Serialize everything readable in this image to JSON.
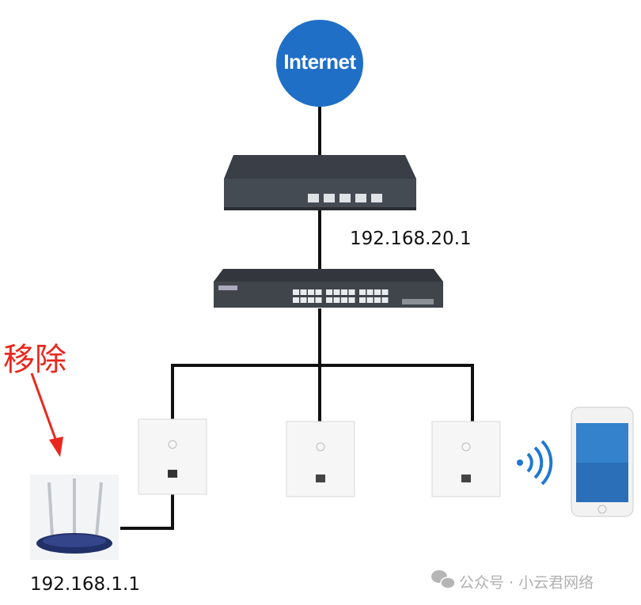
{
  "internet": {
    "label": "Internet",
    "color": "#1f6fc6"
  },
  "gateway_ip": "192.168.20.1",
  "old_router_ip": "192.168.1.1",
  "remove_label": "移除",
  "remove_color": "#e8281e",
  "watermark": "公众号 · 小云君网络",
  "icons": [
    "internet-cloud",
    "router",
    "switch",
    "panel-ap",
    "wireless-router",
    "wifi-signal",
    "smartphone",
    "wechat-icon"
  ]
}
